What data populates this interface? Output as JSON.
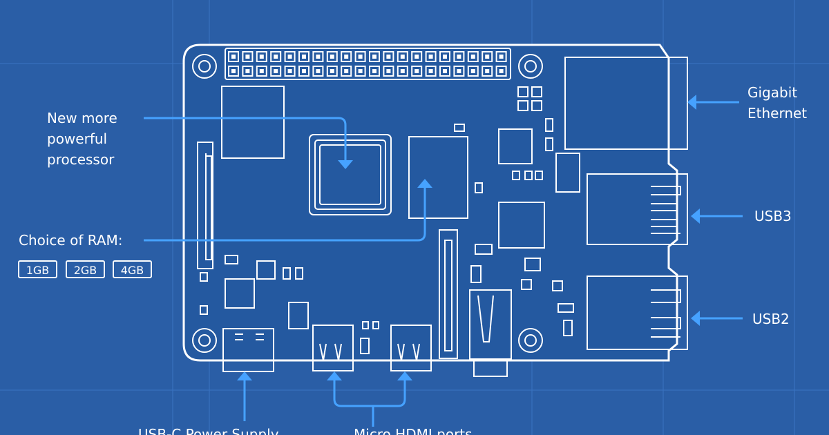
{
  "labels": {
    "processor": "New more\npowerful\nprocessor",
    "ram": "Choice of RAM:",
    "ethernet": "Gigabit\nEthernet",
    "usb3": "USB3",
    "usb2": "USB2",
    "power": "USB-C Power Supply",
    "hdmi": "Micro HDMI ports"
  },
  "ram_options": [
    "1GB",
    "2GB",
    "4GB"
  ],
  "colors": {
    "background": "#2a5ea6",
    "grid": "#3a74c2",
    "board_fill": "#2459a0",
    "outline": "#ffffff",
    "arrow": "#46a2ff"
  }
}
